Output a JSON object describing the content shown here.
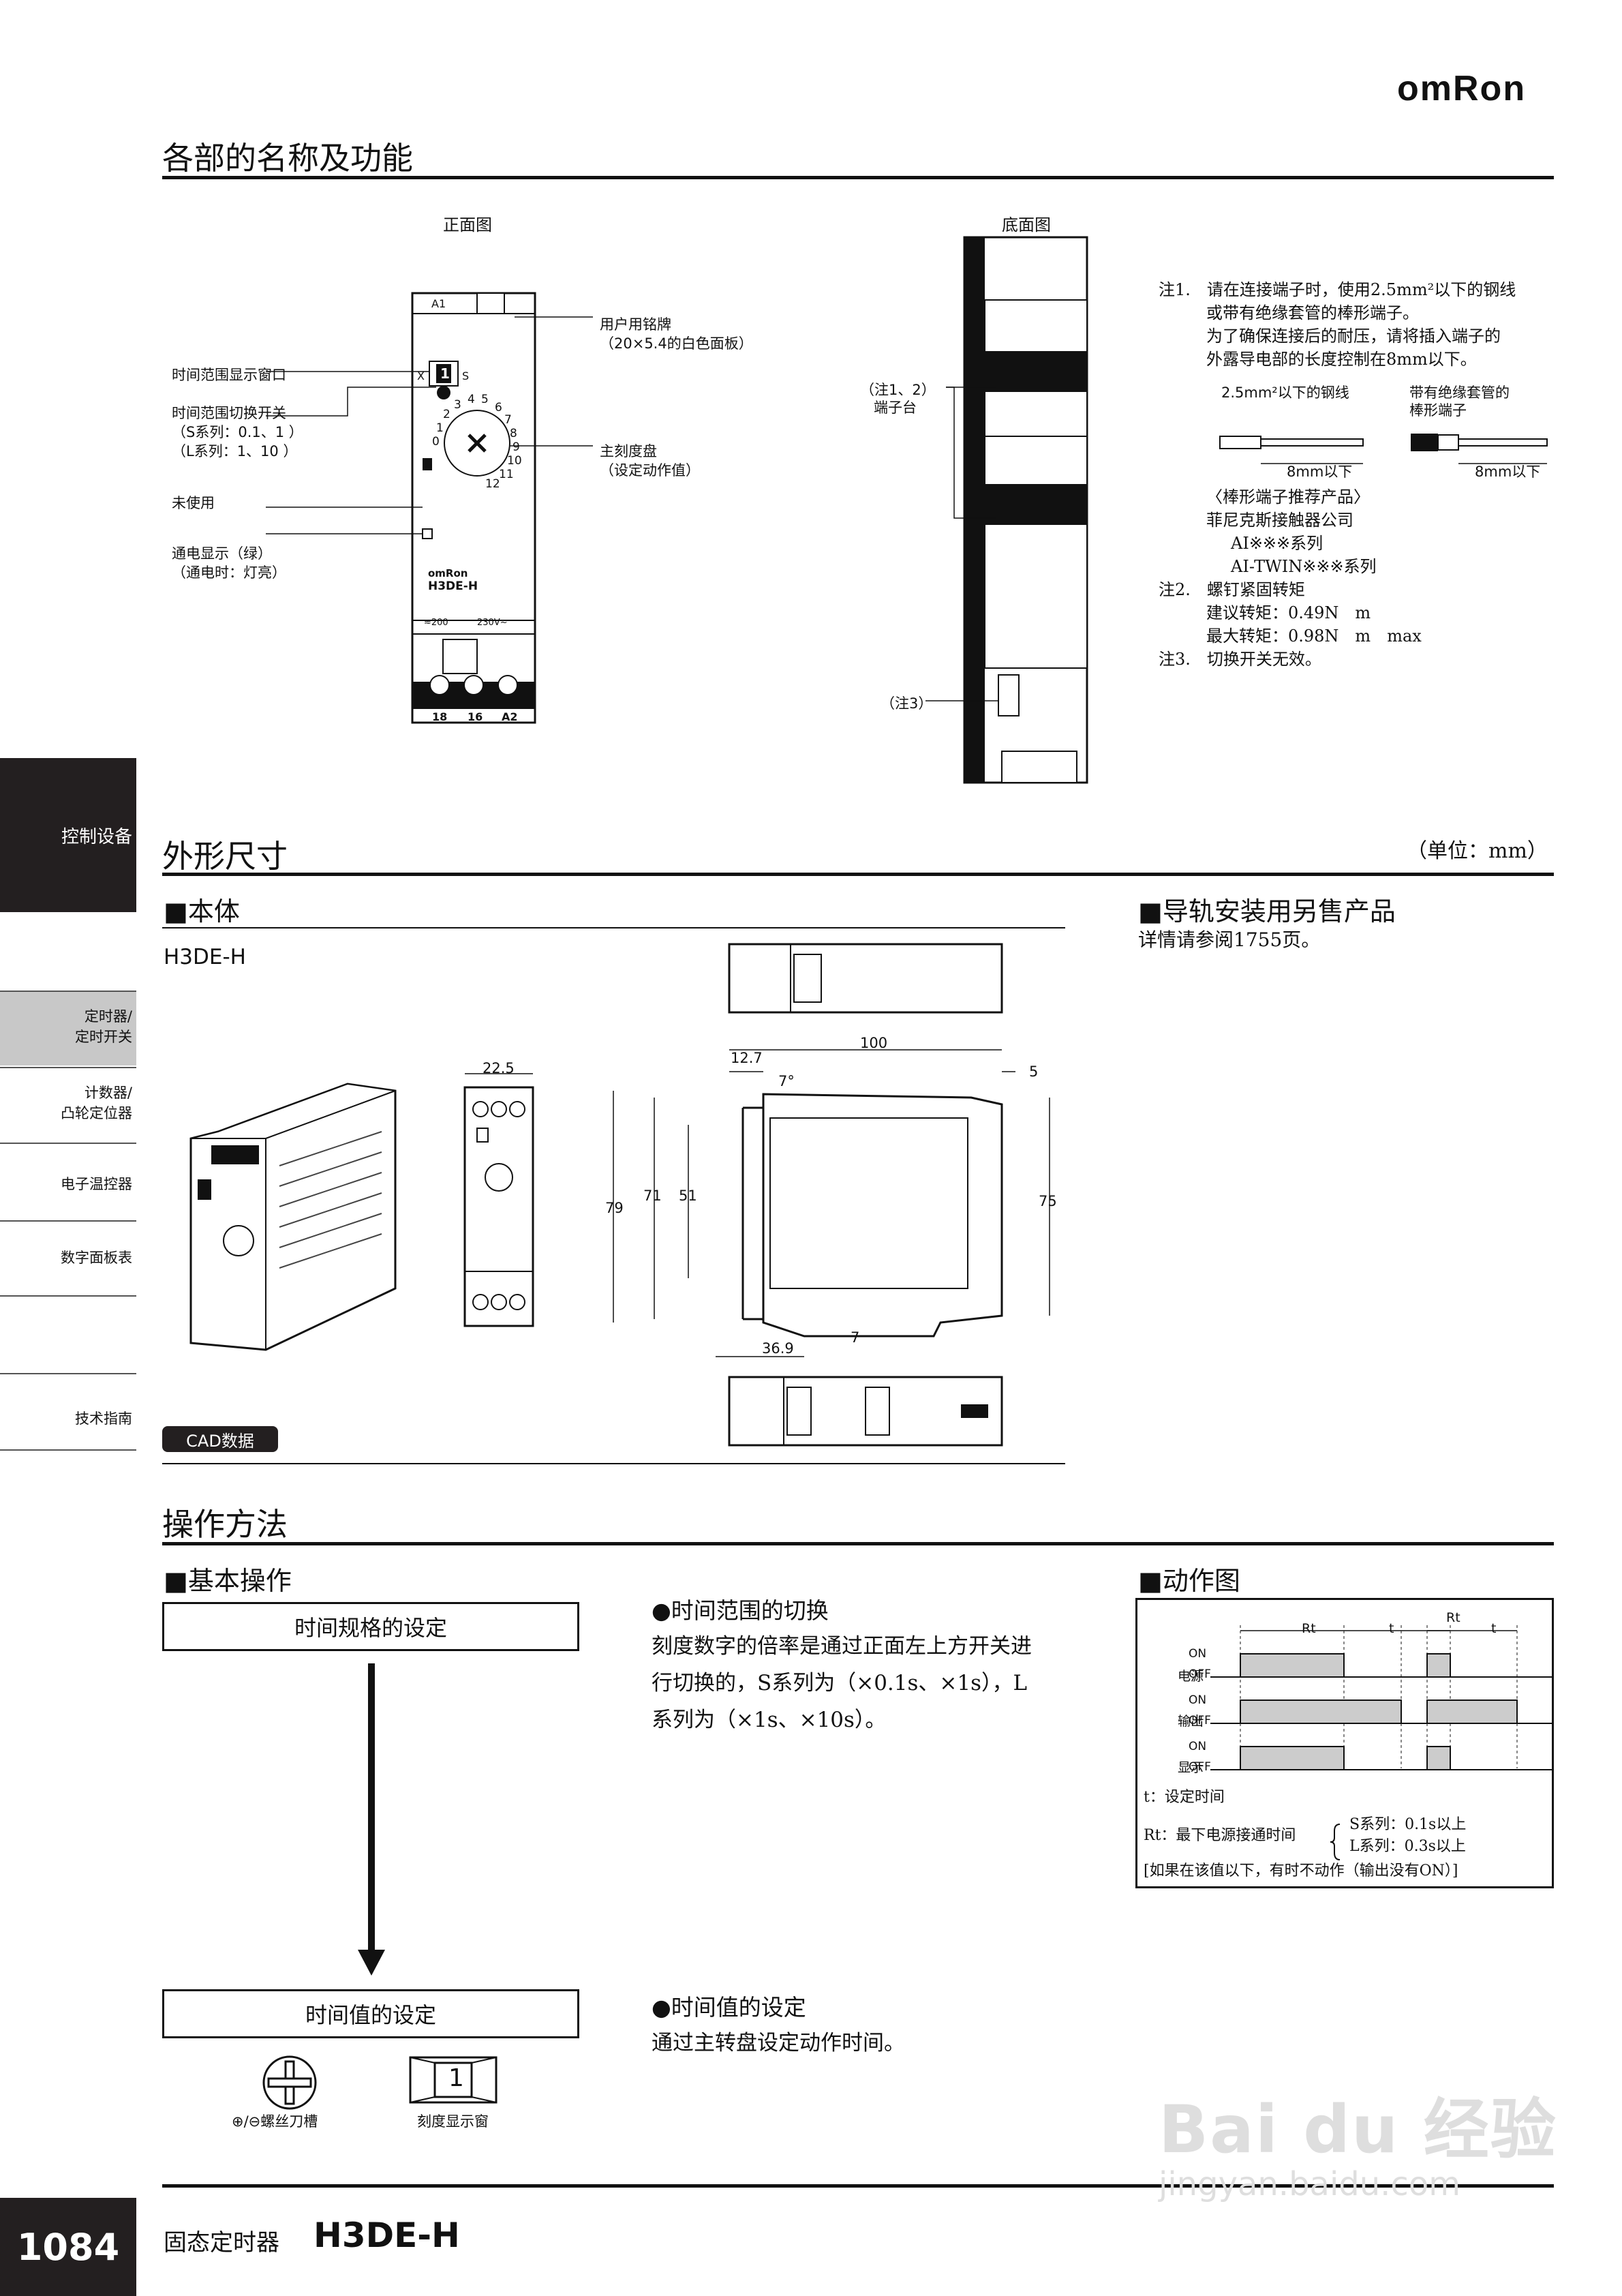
{
  "brand": "omRon",
  "sections": {
    "parts_title": "各部的名称及功能",
    "dimensions_title": "外形尺寸",
    "dimensions_unit": "（单位：mm）",
    "operation_title": "操作方法"
  },
  "front_view": {
    "label": "正面图",
    "callouts": {
      "nameplate": "用户用铭牌",
      "nameplate_sub": "（20×5.4的白色面板）",
      "range_window": "时间范围显示窗口",
      "range_switch": "时间范围切换开关",
      "range_switch_s": "（S系列：0.1、1 ）",
      "range_switch_l": "（L系列：1、10 ）",
      "main_dial": "主刻度盘",
      "main_dial_sub": "（设定动作值）",
      "unused": "未使用",
      "power_indicator": "通电显示（绿）",
      "power_indicator_sub": "（通电时：灯亮）"
    },
    "device_texts": {
      "brand": "omRon",
      "model": "H3DE-H",
      "terminals": [
        "18",
        "16",
        "A2"
      ],
      "top_terminal": "A1",
      "rating_a": "≈200",
      "rating_b": "230V~",
      "dial_numbers": [
        "0",
        "1",
        "2",
        "3",
        "4",
        "5",
        "6",
        "7",
        "8",
        "9",
        "10",
        "11",
        "12"
      ],
      "switch_x": "X",
      "switch_s": "S",
      "switch_value": "1"
    }
  },
  "bottom_view": {
    "label": "底面图",
    "terminal_note": "（注1、2）",
    "terminal_label": "端子台",
    "switch_note": "（注3）"
  },
  "notes": {
    "n1_a": "注1.　请在连接端子时，使用2.5mm²以下的钢线",
    "n1_b": "或带有绝缘套管的棒形端子。",
    "n1_c": "为了确保连接后的耐压，请将插入端子的",
    "n1_d": "外露导电部的长度控制在8mm以下。",
    "wire_label": "2.5mm²以下的钢线",
    "sleeve_label_a": "带有绝缘套管的",
    "sleeve_label_b": "棒形端子",
    "wire_len": "8mm以下",
    "sleeve_len": "8mm以下",
    "rec_title": "〈棒形端子推荐产品〉",
    "rec_company": "菲尼克斯接触器公司",
    "rec_ai": "AI※※※系列",
    "rec_twin": "AI-TWIN※※※系列",
    "n2_title": "注2.　螺钉紧固转矩",
    "n2_rec": "建议转矩：0.49N　m",
    "n2_max": "最大转矩：0.98N　m　max",
    "n3": "注3.　切换开关无效。"
  },
  "dimensions": {
    "body_heading": "■本体",
    "model": "H3DE-H",
    "rail_heading": "■导轨安装用另售产品",
    "rail_text": "详情请参阅1755页。",
    "cad_label": "CAD数据",
    "dims": {
      "w": "22.5",
      "depth": "100",
      "d1": "12.7",
      "angle": "7°",
      "d5": "5",
      "h79": "79",
      "h71": "71",
      "h51": "51",
      "h75": "75",
      "d369": "36.9",
      "d7": "7"
    }
  },
  "operation": {
    "basic_heading": "■基本操作",
    "step1": "时间规格的设定",
    "step2": "时间值的设定",
    "range_title": "●时间范围的切换",
    "range_text_1": "刻度数字的倍率是通过正面左上方开关进",
    "range_text_2": "行切换的，S系列为（×0.1s、×1s），L",
    "range_text_3": "系列为（×1s、×10s）。",
    "value_title": "●时间值的设定",
    "value_text": "通过主转盘设定动作时间。",
    "screw_caption": "⊕/⊖螺丝刀槽",
    "window_caption": "刻度显示窗",
    "window_value": "1"
  },
  "timing_chart": {
    "heading": "■动作图",
    "rows": [
      "电源",
      "输出",
      "显示"
    ],
    "on": "ON",
    "off": "OFF",
    "rt": "Rt",
    "t": "t",
    "legend_t": "t：设定时间",
    "legend_rt": "Rt：最下电源接通时间",
    "legend_s": "S系列：0.1s以上",
    "legend_l": "L系列：0.3s以上",
    "legend_note": "[如果在该值以下，有时不动作（输出没有ON）]"
  },
  "sidebar": {
    "active": "控制设备",
    "items": [
      {
        "line1": "定时器/",
        "line2": "定时开关"
      },
      {
        "line1": "计数器/",
        "line2": "凸轮定位器"
      },
      {
        "line1": "电子温控器",
        "line2": ""
      },
      {
        "line1": "数字面板表",
        "line2": ""
      },
      {
        "line1": "技术指南",
        "line2": ""
      }
    ]
  },
  "footer": {
    "page_number": "1084",
    "category": "固态定时器",
    "model": "H3DE-H"
  },
  "watermark": {
    "brand": "Bai du 经验",
    "url": "jingyan.baidu.com"
  }
}
